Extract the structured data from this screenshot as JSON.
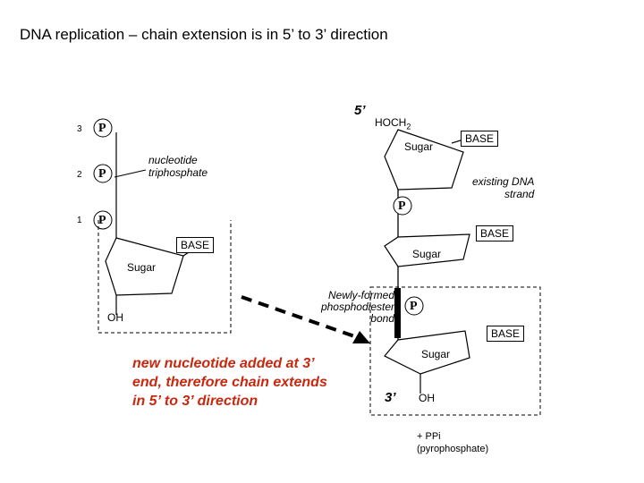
{
  "title": "DNA replication – chain extension is in 5’ to 3’ direction",
  "new_nucleotide": {
    "phosphates": [
      {
        "number": "3",
        "label": "P"
      },
      {
        "number": "2",
        "label": "P"
      },
      {
        "number": "1",
        "label": "P"
      }
    ],
    "triphosphate_label": "nucleotide\ntriphosphate",
    "base": "BASE",
    "sugar": "Sugar",
    "oh": "OH"
  },
  "existing_strand": {
    "five_prime": "5’",
    "hoch2": "HOCH",
    "hoch2_sub": "2",
    "top_base": "BASE",
    "top_sugar": "Sugar",
    "strand_label": "existing DNA\nstrand",
    "middle_p": "P",
    "middle_base": "BASE",
    "middle_sugar": "Sugar",
    "bond_label": "Newly-formed\nphosphodiester\nbond",
    "bottom_p": "P",
    "bottom_base": "BASE",
    "bottom_sugar": "Sugar",
    "three_prime": "3’",
    "bottom_oh": "OH",
    "ppi": "+ PPi\n(pyrophosphate)"
  },
  "note": "new nucleotide added at 3’ end, therefore chain extends in 5’ to 3’ direction",
  "colors": {
    "note": "#c8280f",
    "line": "#000000"
  }
}
